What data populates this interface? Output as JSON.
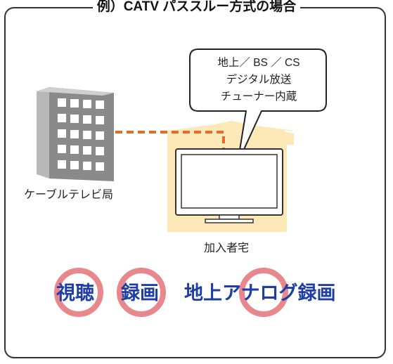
{
  "title": "例）CATV パススルー方式の場合",
  "bubble": {
    "line1": "地上／ BS ／ CS",
    "line2": "デジタル放送",
    "line3": "チューナー内蔵"
  },
  "cable_station_label": "ケーブルテレビ局",
  "subscriber_home_label": "加入者宅",
  "features": {
    "view": "視聴",
    "record": "録画",
    "analog_record": "地上アナログ録画"
  },
  "colors": {
    "house": "#fde9b8",
    "dashed_line": "#e86a2c",
    "prohibit_ring": "#e8878c",
    "feature_text": "#1f3da8",
    "building": "#8a8a8a"
  }
}
